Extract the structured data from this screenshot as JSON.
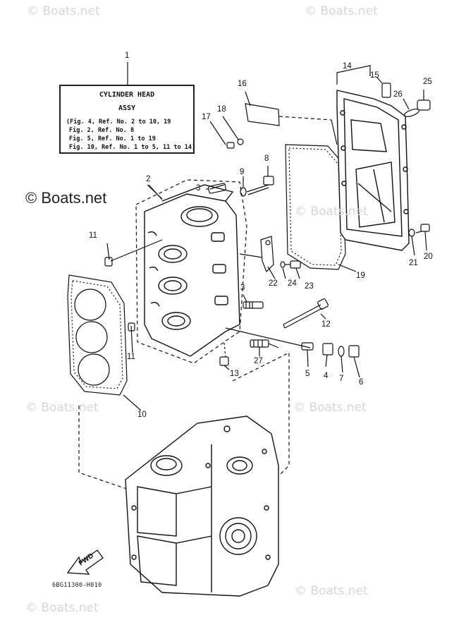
{
  "watermark": "© Boats.net",
  "legend": {
    "title": "CYLINDER HEAD",
    "subtitle": "ASSY",
    "lines": [
      "(Fig. 4, Ref. No. 2 to 10, 19",
      "Fig. 2, Ref. No. 8",
      "Fig. 5, Ref. No. 1 to 19",
      "Fig. 10, Ref. No. 1 to 5, 11 to 14)"
    ]
  },
  "callouts": [
    "1",
    "2",
    "3",
    "3",
    "4",
    "5",
    "6",
    "7",
    "8",
    "9",
    "10",
    "11",
    "11",
    "12",
    "13",
    "14",
    "15",
    "16",
    "17",
    "18",
    "19",
    "20",
    "21",
    "22",
    "23",
    "24",
    "25",
    "26",
    "27"
  ],
  "fwd_label": "FWD",
  "diagram_code": "6BG11300-H010"
}
